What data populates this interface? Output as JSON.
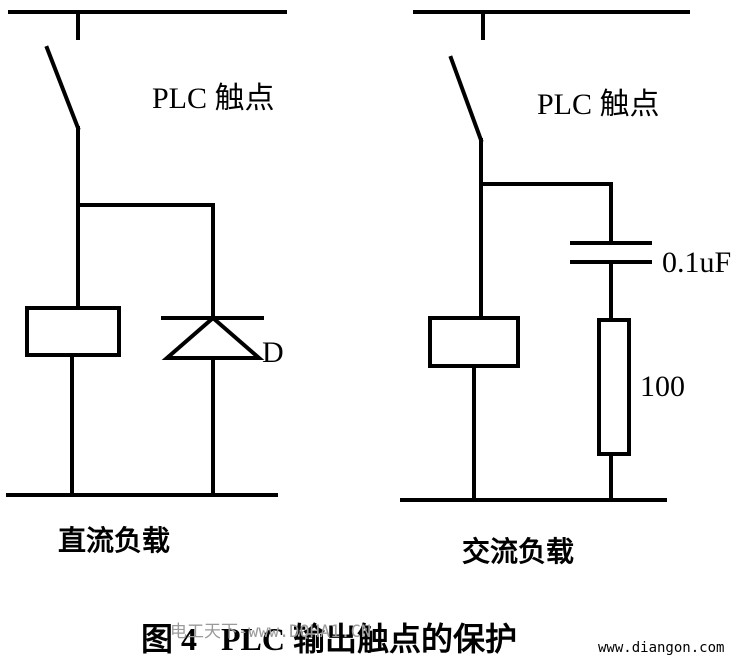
{
  "left_circuit": {
    "contact_label": "PLC 触点",
    "diode_label": "D",
    "caption": "直流负载"
  },
  "right_circuit": {
    "contact_label": "PLC 触点",
    "capacitor_label": "0.1uF",
    "resistor_label": "100",
    "caption": "交流负载"
  },
  "figure_caption": "图 4   PLC 输出触点的保护",
  "watermark_left": "电工天下-www.DQHA1.CN",
  "watermark_right": "www.diangon.com"
}
